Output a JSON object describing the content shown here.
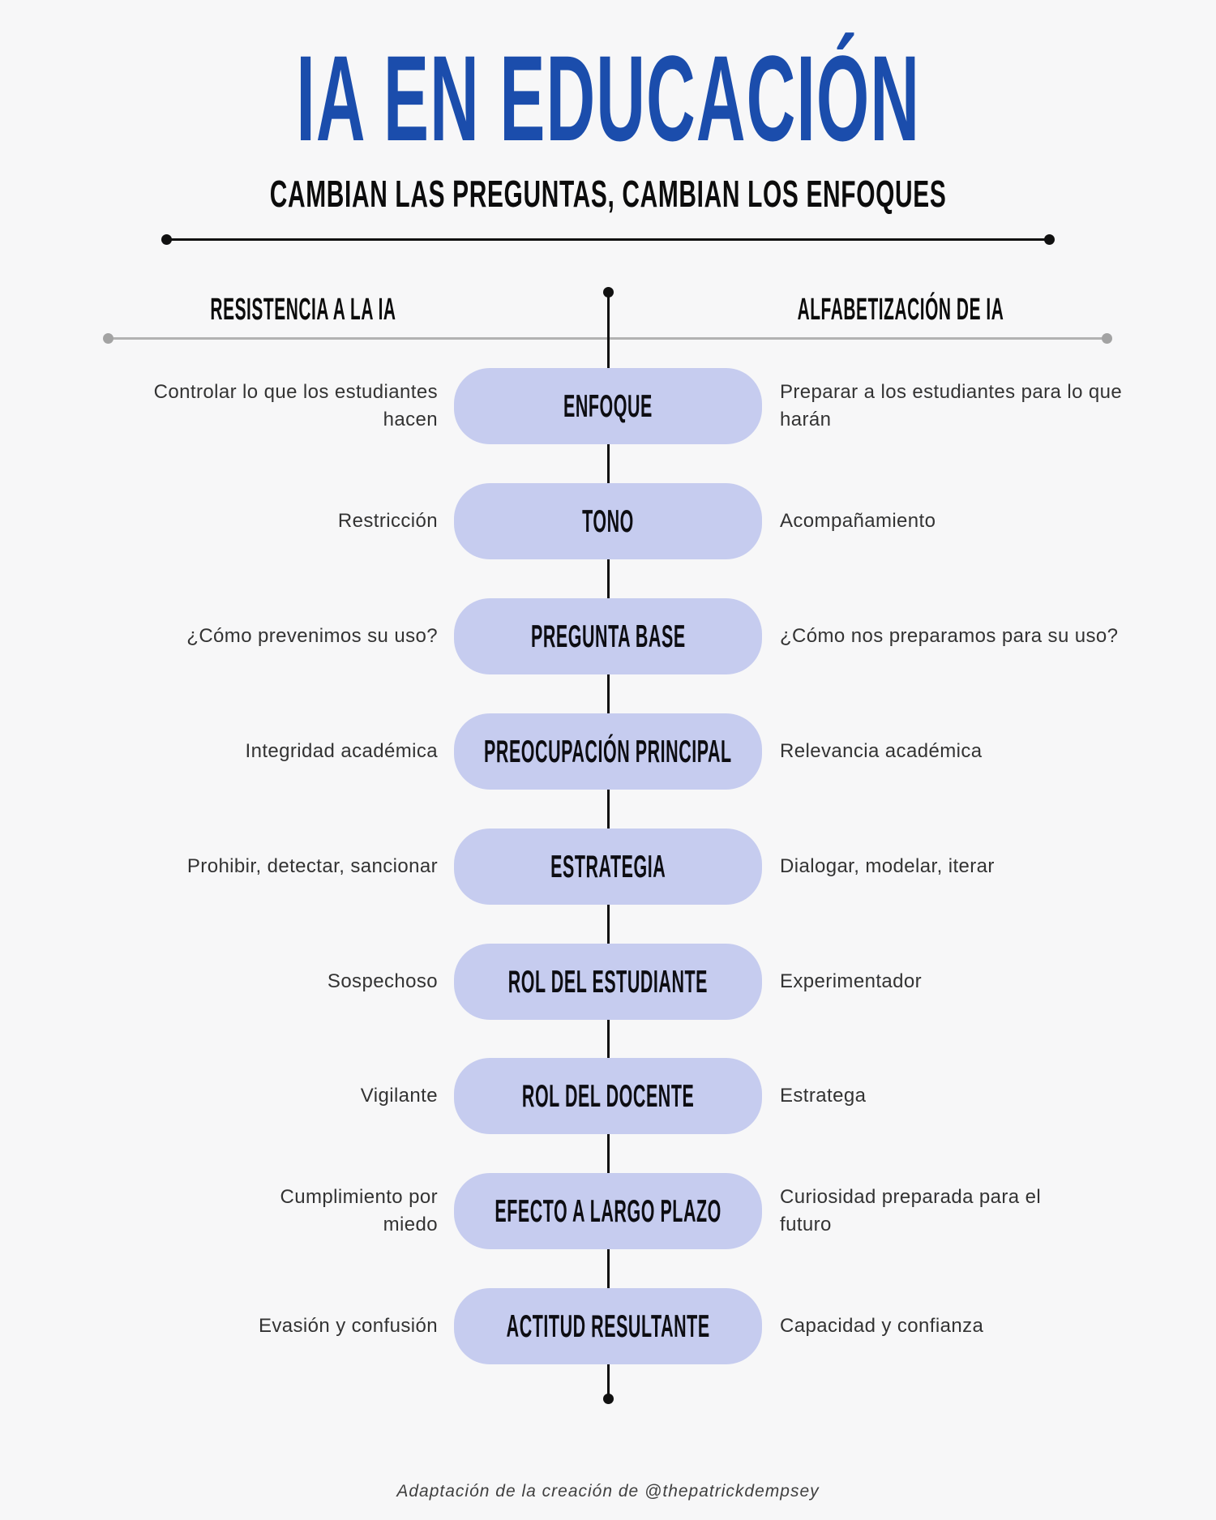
{
  "title": "IA EN EDUCACIÓN",
  "subtitle": "CAMBIAN LAS PREGUNTAS, CAMBIAN LOS ENFOQUES",
  "columns": {
    "left": "RESISTENCIA A LA IA",
    "right": "ALFABETIZACIÓN DE IA"
  },
  "rows": [
    {
      "label": "ENFOQUE",
      "left": "Controlar lo que los estudiantes\nhacen",
      "right": "Preparar a los estudiantes para lo que\nharán"
    },
    {
      "label": "TONO",
      "left": "Restricción",
      "right": "Acompañamiento"
    },
    {
      "label": "PREGUNTA BASE",
      "left": "¿Cómo prevenimos su uso?",
      "right": "¿Cómo nos preparamos para su uso?"
    },
    {
      "label": "PREOCUPACIÓN PRINCIPAL",
      "left": "Integridad académica",
      "right": "Relevancia académica"
    },
    {
      "label": "ESTRATEGIA",
      "left": "Prohibir, detectar, sancionar",
      "right": "Dialogar, modelar, iterar"
    },
    {
      "label": "ROL DEL ESTUDIANTE",
      "left": "Sospechoso",
      "right": "Experimentador"
    },
    {
      "label": "ROL DEL DOCENTE",
      "left": "Vigilante",
      "right": "Estratega"
    },
    {
      "label": "EFECTO A LARGO PLAZO",
      "left": "Cumplimiento por\nmiedo",
      "right": "Curiosidad preparada para el\nfuturo"
    },
    {
      "label": "ACTITUD RESULTANTE",
      "left": "Evasión y confusión",
      "right": "Capacidad y confianza"
    }
  ],
  "footer": "Adaptación de la creación de @thepatrickdempsey",
  "colors": {
    "background": "#f7f7f8",
    "title_blue": "#1b4dac",
    "pill_fill": "#c6ccef",
    "pill_text": "#0d0d12",
    "side_text": "#333333",
    "line_black": "#111111",
    "line_gray": "#b2b2b2",
    "dot_gray": "#a3a3a3",
    "footer_text": "#3f3f3f"
  }
}
